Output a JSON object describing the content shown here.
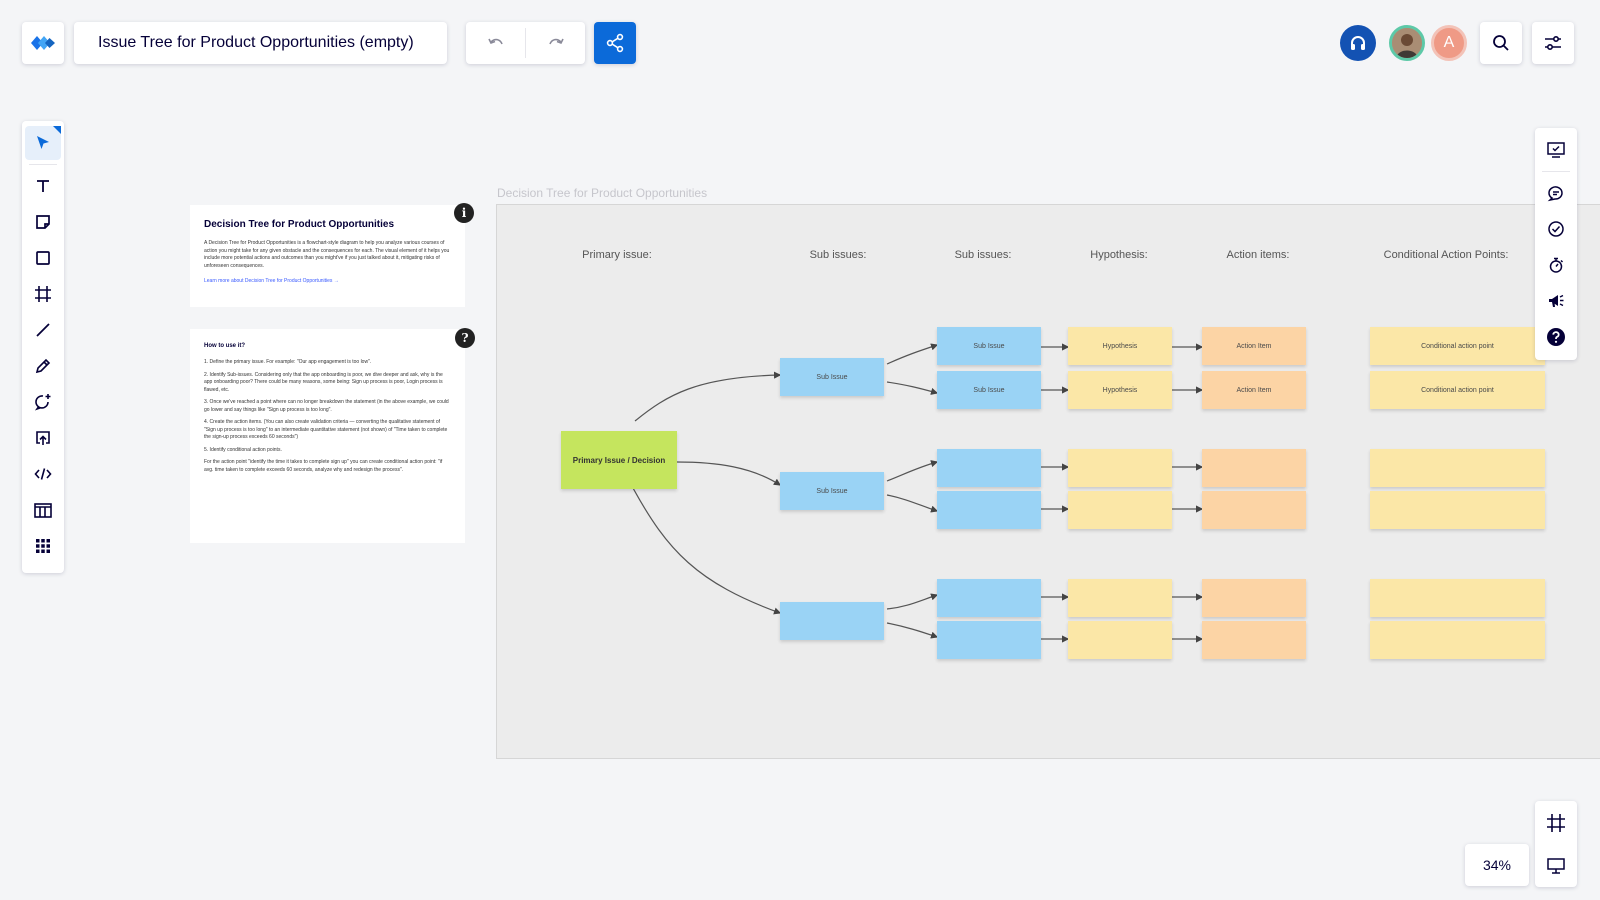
{
  "header": {
    "board_title": "Issue Tree for Product Opportunities (empty)",
    "avatar_initial": "A"
  },
  "toolbar_left": [
    "select",
    "text",
    "sticky-note",
    "shape",
    "frame",
    "line",
    "pen",
    "comment",
    "upload",
    "embed",
    "templates",
    "more-apps"
  ],
  "toolbar_right": [
    "board-checklist",
    "comments",
    "tasks",
    "timer",
    "announcements",
    "help"
  ],
  "zoom": "34%",
  "info_card_1": {
    "title": "Decision Tree for Product Opportunities",
    "body": "A Decision Tree for Product Opportunities is a flowchart-style diagram to help you analyze various courses of action you might take for any given obstacle and the consequences for each. The visual element of it helps you include more potential actions and outcomes than you might've if you just talked about it, mitigating risks of unforeseen consequences.",
    "link": "Learn more about Decision Tree for Product Opportunities →",
    "badge": "i"
  },
  "info_card_2": {
    "title": "How to use it?",
    "steps": [
      "1. Define the primary issue. For example: \"Our app engagement is too low\".",
      "2. Identify Sub-issues. Considering only that the app onboarding is poor, we dive deeper and ask, why is the app onboarding poor? There could be many reasons, some being: Sign up process is poor, Login process is flawed, etc.",
      "3. Once we've reached a point where can no longer breakdown the statement (in the above example, we could go lower and say things like \"Sign up process is too long\".",
      "4. Create the action items. (You can also create validation criteria — converting the qualitative statement of \"Sign up process is too long\" to an intermediate quantitative statement (not shown) of \"Time taken to complete the sign-up process exceeds 60 seconds\")",
      "5. Identify conditional action points.",
      "For the action point \"identify the time it takes to complete sign up\" you can create conditional action point: \"if avg. time taken to complete exceeds 60 seconds, analyze why and redesign the process\"."
    ],
    "badge": "?"
  },
  "frame": {
    "title": "Decision Tree for Product Opportunities",
    "headers": {
      "primary": "Primary issue:",
      "sub1": "Sub issues:",
      "sub2": "Sub issues:",
      "hypothesis": "Hypothesis:",
      "actions": "Action items:",
      "conditional": "Conditional Action Points:"
    },
    "primary_note": "Primary Issue / Decision",
    "sub1_notes": [
      "Sub Issue",
      "Sub Issue",
      ""
    ],
    "sub2_notes": [
      "Sub Issue",
      "Sub Issue",
      "",
      "",
      "",
      ""
    ],
    "hypothesis_notes": [
      "Hypothesis",
      "Hypothesis",
      "",
      "",
      "",
      ""
    ],
    "action_notes": [
      "Action Item",
      "Action Item",
      "",
      "",
      "",
      ""
    ],
    "conditional_notes": [
      "Conditional action point",
      "Conditional action point",
      "",
      "",
      "",
      ""
    ]
  },
  "colors": {
    "accent": "#0b6ad9",
    "primary_note": "#c5e55e",
    "sub_note": "#9ad3f5",
    "hypothesis_note": "#fbe7a7",
    "action_note": "#fcd4a5"
  }
}
